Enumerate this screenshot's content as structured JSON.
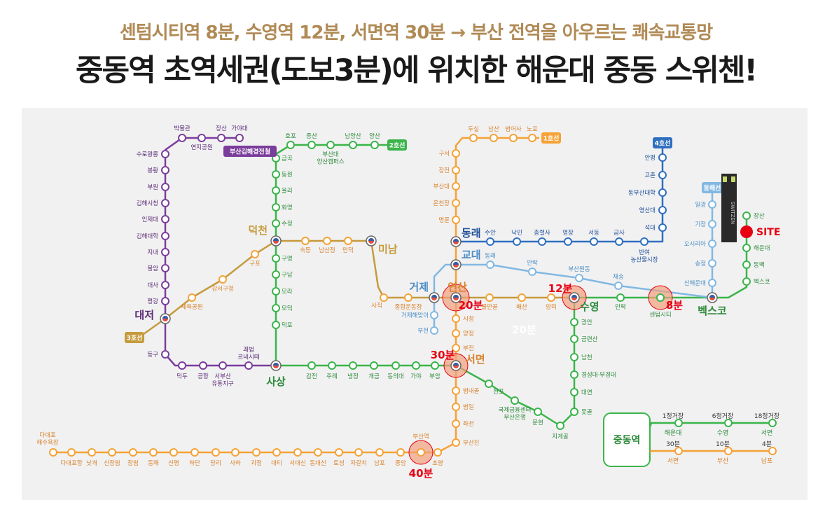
{
  "header": {
    "subtitle": "센텀시티역 8분, 수영역 12분, 서면역 30분 → 부산 전역을 아우르는 쾌속교통망",
    "title": "중동역 초역세권(도보3분)에 위치한 해운대 중동 스위첸!"
  },
  "colors": {
    "line1": "#f5a236",
    "line2": "#3bb54a",
    "line3": "#c59b3c",
    "line4": "#2f6fc0",
    "busan_gimhae": "#7b3d9b",
    "donghae": "#82b8e2",
    "site": "#e60012",
    "bg": "#f1f1f2",
    "highlight": "#f2a07d"
  },
  "labels": {
    "line1_badge": "1호선",
    "line2_badge": "2호선",
    "line3_badge": "3호선",
    "line4_badge": "4호선",
    "gimhae_badge": "부산김해경전철",
    "donghae_badge": "동해선",
    "site": "SITE",
    "time_20": "20분",
    "time_12": "12분",
    "time_8": "8분",
    "time_30": "30분",
    "time_40": "40분",
    "watermark": "20분",
    "building_text": "SWITZEN"
  },
  "stations": [
    {
      "id": "bakmulgwan",
      "label": "박물관"
    },
    {
      "id": "jangsan_g",
      "label": "장산"
    },
    {
      "id": "gayadae",
      "label": "가야대"
    },
    {
      "id": "yeonjigongwon",
      "label": "연지공원"
    },
    {
      "id": "surowang",
      "label": "수로왕릉"
    },
    {
      "id": "bongwang",
      "label": "봉황"
    },
    {
      "id": "buwon",
      "label": "부원"
    },
    {
      "id": "gimhaesicheong",
      "label": "김해시청"
    },
    {
      "id": "injedae",
      "label": "인제대"
    },
    {
      "id": "gimhaedaehak",
      "label": "김해대학"
    },
    {
      "id": "jinae",
      "label": "지내"
    },
    {
      "id": "buram",
      "label": "불암"
    },
    {
      "id": "daesa",
      "label": "대사"
    },
    {
      "id": "pyeonggang",
      "label": "평강"
    },
    {
      "id": "daejeo",
      "label": "대저"
    },
    {
      "id": "deunggu",
      "label": "등구"
    },
    {
      "id": "deokdu",
      "label": "덕두"
    },
    {
      "id": "gonghang",
      "label": "공항"
    },
    {
      "id": "seobusan",
      "label": "서부산유통지구"
    },
    {
      "id": "gwaebeop",
      "label": "괘법르네시떼"
    },
    {
      "id": "sasang",
      "label": "사상"
    },
    {
      "id": "hopo",
      "label": "호포"
    },
    {
      "id": "jeungsan",
      "label": "증산"
    },
    {
      "id": "busandae_yangsan",
      "label": "부산대양산캠퍼스"
    },
    {
      "id": "namyangsan",
      "label": "남양산"
    },
    {
      "id": "yangsan",
      "label": "양산"
    },
    {
      "id": "geumgok",
      "label": "금곡"
    },
    {
      "id": "dongwon",
      "label": "동원"
    },
    {
      "id": "yulli",
      "label": "율리"
    },
    {
      "id": "hwamyeong",
      "label": "화명"
    },
    {
      "id": "sujeong",
      "label": "수정"
    },
    {
      "id": "deokcheon",
      "label": "덕천"
    },
    {
      "id": "gumyeong",
      "label": "구명"
    },
    {
      "id": "gunam",
      "label": "구남"
    },
    {
      "id": "mora",
      "label": "모라"
    },
    {
      "id": "modeok",
      "label": "모덕"
    },
    {
      "id": "deokpo",
      "label": "덕포"
    },
    {
      "id": "gupo",
      "label": "구포"
    },
    {
      "id": "gangseogucheong",
      "label": "강서구청"
    },
    {
      "id": "cheyukgongwon",
      "label": "체육공원"
    },
    {
      "id": "sukdeung",
      "label": "숙등"
    },
    {
      "id": "namsanjeong",
      "label": "남산정"
    },
    {
      "id": "mandeok",
      "label": "만덕"
    },
    {
      "id": "minam",
      "label": "미남"
    },
    {
      "id": "sajik",
      "label": "사직"
    },
    {
      "id": "jonghap",
      "label": "종합운동장"
    },
    {
      "id": "geoje",
      "label": "거제"
    },
    {
      "id": "georaegeoje",
      "label": "거제해맞이"
    },
    {
      "id": "bujeon_dh",
      "label": "부전"
    },
    {
      "id": "yeonsan",
      "label": "연산"
    },
    {
      "id": "mulmangol",
      "label": "물만골"
    },
    {
      "id": "baesan",
      "label": "배산"
    },
    {
      "id": "mangmi",
      "label": "망미"
    },
    {
      "id": "suyeong",
      "label": "수영"
    },
    {
      "id": "millak",
      "label": "민락"
    },
    {
      "id": "centum",
      "label": "센텀시티"
    },
    {
      "id": "bexco",
      "label": "벡스코"
    },
    {
      "id": "dusil",
      "label": "두실"
    },
    {
      "id": "namsan",
      "label": "남산"
    },
    {
      "id": "beomeosa",
      "label": "범어사"
    },
    {
      "id": "nopo",
      "label": "노포"
    },
    {
      "id": "guseo",
      "label": "구서"
    },
    {
      "id": "jangjeon",
      "label": "장전"
    },
    {
      "id": "busandae",
      "label": "부산대"
    },
    {
      "id": "oncheonjang",
      "label": "온천장"
    },
    {
      "id": "myeongnyun",
      "label": "명륜"
    },
    {
      "id": "dongnae",
      "label": "동래"
    },
    {
      "id": "suan",
      "label": "수안"
    },
    {
      "id": "nangmin",
      "label": "낙민"
    },
    {
      "id": "chungnyeolsa",
      "label": "충렬사"
    },
    {
      "id": "myeongjang",
      "label": "명장"
    },
    {
      "id": "seodong",
      "label": "서동"
    },
    {
      "id": "geumsa",
      "label": "금사"
    },
    {
      "id": "banyeo",
      "label": "반여농산물시장"
    },
    {
      "id": "seokdae",
      "label": "석대"
    },
    {
      "id": "yeongsandae",
      "label": "영산대"
    },
    {
      "id": "dongbusandae",
      "label": "동부산대학"
    },
    {
      "id": "gochon",
      "label": "고촌"
    },
    {
      "id": "allak",
      "label": "안평"
    },
    {
      "id": "gyodae",
      "label": "교대"
    },
    {
      "id": "dongnae_dh",
      "label": "동래"
    },
    {
      "id": "allak_dh",
      "label": "안락"
    },
    {
      "id": "busanwondong",
      "label": "부산원동"
    },
    {
      "id": "jaesong",
      "label": "재송"
    },
    {
      "id": "ilgwang",
      "label": "일광"
    },
    {
      "id": "gijang",
      "label": "기장"
    },
    {
      "id": "osiria",
      "label": "오시리아"
    },
    {
      "id": "songjeong",
      "label": "송정"
    },
    {
      "id": "sinhaeundae",
      "label": "신해운대"
    },
    {
      "id": "jangsan",
      "label": "장산"
    },
    {
      "id": "haeundae",
      "label": "해운대"
    },
    {
      "id": "dongbaek",
      "label": "동백"
    },
    {
      "id": "bexco2",
      "label": "벡스코"
    },
    {
      "id": "gwangan",
      "label": "광안"
    },
    {
      "id": "geumnyeonsan",
      "label": "금련산"
    },
    {
      "id": "namcheon",
      "label": "남천"
    },
    {
      "id": "gyeongseong",
      "label": "경성대·부경대"
    },
    {
      "id": "daeyeon",
      "label": "대연"
    },
    {
      "id": "motgol",
      "label": "못골"
    },
    {
      "id": "jigegol",
      "label": "지게골"
    },
    {
      "id": "munhyeon",
      "label": "문현"
    },
    {
      "id": "gukje",
      "label": "국제금융센터부산은행"
    },
    {
      "id": "jeonpo",
      "label": "전포"
    },
    {
      "id": "sicheong",
      "label": "시청"
    },
    {
      "id": "yangjeong",
      "label": "양정"
    },
    {
      "id": "bujeon",
      "label": "부전"
    },
    {
      "id": "seomyeon",
      "label": "서면"
    },
    {
      "id": "bujeong2",
      "label": "부암"
    },
    {
      "id": "gaya",
      "label": "가야"
    },
    {
      "id": "dongeuidae",
      "label": "동의대"
    },
    {
      "id": "gaegeum",
      "label": "개금"
    },
    {
      "id": "naengjeong",
      "label": "냉정"
    },
    {
      "id": "jurye",
      "label": "주례"
    },
    {
      "id": "gamjeon",
      "label": "감전"
    },
    {
      "id": "beomnaegol",
      "label": "범내골"
    },
    {
      "id": "beomil",
      "label": "범일"
    },
    {
      "id": "jwacheon",
      "label": "좌천"
    },
    {
      "id": "busanjin",
      "label": "부산진"
    },
    {
      "id": "choryang",
      "label": "초량"
    },
    {
      "id": "busanyeok",
      "label": "부산역"
    },
    {
      "id": "jungang",
      "label": "중앙"
    },
    {
      "id": "nampo",
      "label": "남포"
    },
    {
      "id": "jagalchi",
      "label": "자갈치"
    },
    {
      "id": "toseong",
      "label": "토성"
    },
    {
      "id": "dongdaesin",
      "label": "동대신"
    },
    {
      "id": "seodaesin",
      "label": "서대신"
    },
    {
      "id": "daeti",
      "label": "대티"
    },
    {
      "id": "goejeong",
      "label": "괴정"
    },
    {
      "id": "saha",
      "label": "사하"
    },
    {
      "id": "dangni",
      "label": "당리"
    },
    {
      "id": "hadan",
      "label": "하단"
    },
    {
      "id": "sinpyeong",
      "label": "신평"
    },
    {
      "id": "dongmae",
      "label": "동매"
    },
    {
      "id": "jangnim",
      "label": "장림"
    },
    {
      "id": "sinjangnim",
      "label": "신장림"
    },
    {
      "id": "natgae",
      "label": "낫개"
    },
    {
      "id": "dadaepo_hang",
      "label": "다대포항"
    },
    {
      "id": "dadaepo",
      "label": "다대포해수욕장"
    }
  ],
  "legend": {
    "title": "중동역",
    "top": [
      {
        "time": "1정거장",
        "dest": "해운대"
      },
      {
        "time": "6정거장",
        "dest": "수영"
      },
      {
        "time": "18정거장",
        "dest": "서면"
      }
    ],
    "bottom": [
      {
        "time": "30분",
        "dest": "서면"
      },
      {
        "time": "10분",
        "dest": "부산"
      },
      {
        "time": "4분",
        "dest": "남포"
      }
    ]
  }
}
